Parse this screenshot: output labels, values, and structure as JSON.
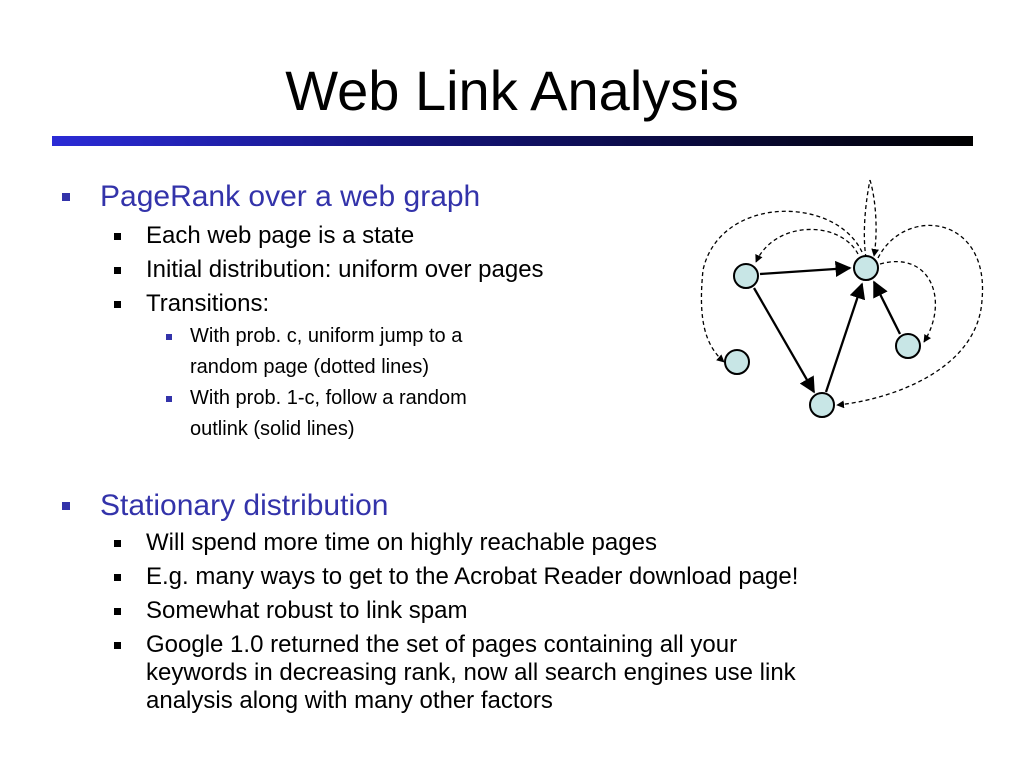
{
  "slide": {
    "title": "Web Link Analysis"
  },
  "section1": {
    "heading": "PageRank over a web graph",
    "items": [
      "Each web page is a state",
      "Initial distribution: uniform over pages",
      "Transitions:"
    ],
    "subitems": [
      [
        "With prob. c, uniform jump to a",
        "random page (dotted lines)"
      ],
      [
        "With prob. 1-c, follow a random",
        "outlink (solid lines)"
      ]
    ]
  },
  "section2": {
    "heading": "Stationary distribution",
    "items": [
      "Will spend more time on highly reachable pages",
      "E.g. many ways to get to the Acrobat Reader download page!",
      "Somewhat robust to link spam"
    ],
    "last_item_lines": [
      "Google 1.0 returned the set of pages containing all your",
      "keywords in decreasing rank, now all search engines use link",
      "analysis along with many other factors"
    ]
  },
  "colors": {
    "heading": "#3333aa",
    "node_fill": "#c8e6e6",
    "rule_start": "#2b2bd6",
    "rule_end": "#000000"
  },
  "icons": {
    "level1_bullet": "square-bullet-icon",
    "level2_bullet": "square-bullet-icon",
    "level3_bullet": "square-bullet-icon"
  }
}
